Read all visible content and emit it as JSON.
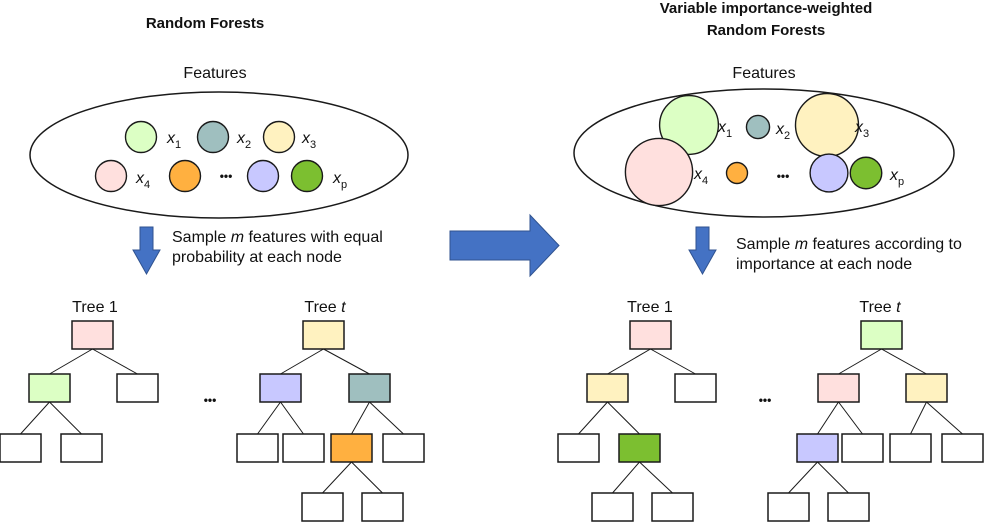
{
  "colors": {
    "green_light": "#dcffc4",
    "teal": "#9fbfbf",
    "yellow": "#fff2c0",
    "pink": "#ffe0de",
    "orange": "#ffb040",
    "lavender": "#c8c8ff",
    "green_dark": "#7cbf30",
    "white": "#ffffff",
    "arrow_blue": "#4472c4",
    "arrow_stroke": "#2f528f"
  },
  "left_panel": {
    "title": "Random Forests",
    "features_label": "Features",
    "features": [
      {
        "name": "x",
        "sub": "1",
        "color": "green_light",
        "weight": 1
      },
      {
        "name": "x",
        "sub": "2",
        "color": "teal",
        "weight": 1
      },
      {
        "name": "x",
        "sub": "3",
        "color": "yellow",
        "weight": 1
      },
      {
        "name": "x",
        "sub": "4",
        "color": "pink",
        "weight": 1
      },
      {
        "name": "",
        "sub": "",
        "color": "orange",
        "weight": 1
      },
      {
        "name": "",
        "sub": "",
        "color": "lavender",
        "weight": 1
      },
      {
        "name": "x",
        "sub": "p",
        "color": "green_dark",
        "weight": 1
      }
    ],
    "ellipsis": "•••",
    "sampling_text_line1_pre": "Sample ",
    "sampling_text_m": "m",
    "sampling_text_line1_post": " features with equal",
    "sampling_text_line2": "probability at each node",
    "tree1_label": "Tree 1",
    "treet_label_pre": "Tree ",
    "treet_label_var": "t",
    "trees_ellipsis": "•••"
  },
  "right_panel": {
    "title_line1": "Variable importance-weighted",
    "title_line2": "Random Forests",
    "features_label": "Features",
    "features": [
      {
        "name": "x",
        "sub": "1",
        "color": "green_light",
        "weight": 1.4
      },
      {
        "name": "x",
        "sub": "2",
        "color": "teal",
        "weight": 0.55
      },
      {
        "name": "x",
        "sub": "3",
        "color": "yellow",
        "weight": 1.5
      },
      {
        "name": "x",
        "sub": "4",
        "color": "pink",
        "weight": 1.6
      },
      {
        "name": "",
        "sub": "",
        "color": "orange",
        "weight": 0.5
      },
      {
        "name": "",
        "sub": "",
        "color": "lavender",
        "weight": 0.9
      },
      {
        "name": "x",
        "sub": "p",
        "color": "green_dark",
        "weight": 0.75
      }
    ],
    "ellipsis": "•••",
    "sampling_text_line1_pre": "Sample ",
    "sampling_text_m": "m",
    "sampling_text_line1_post": " features according to",
    "sampling_text_line2": "importance at each node",
    "tree1_label": "Tree 1",
    "treet_label_pre": "Tree ",
    "treet_label_var": "t",
    "trees_ellipsis": "•••"
  },
  "trees": {
    "left_tree1": [
      "pink",
      "green_light",
      "white",
      "white",
      "white"
    ],
    "left_treet": [
      "yellow",
      "lavender",
      "teal",
      "white",
      "white",
      "orange",
      "white",
      "white",
      "white"
    ],
    "right_tree1": [
      "pink",
      "yellow",
      "white",
      "white",
      "green_dark",
      "white",
      "white"
    ],
    "right_treet": [
      "green_light",
      "pink",
      "yellow",
      "lavender",
      "white",
      "white",
      "white",
      "white",
      "white"
    ]
  }
}
